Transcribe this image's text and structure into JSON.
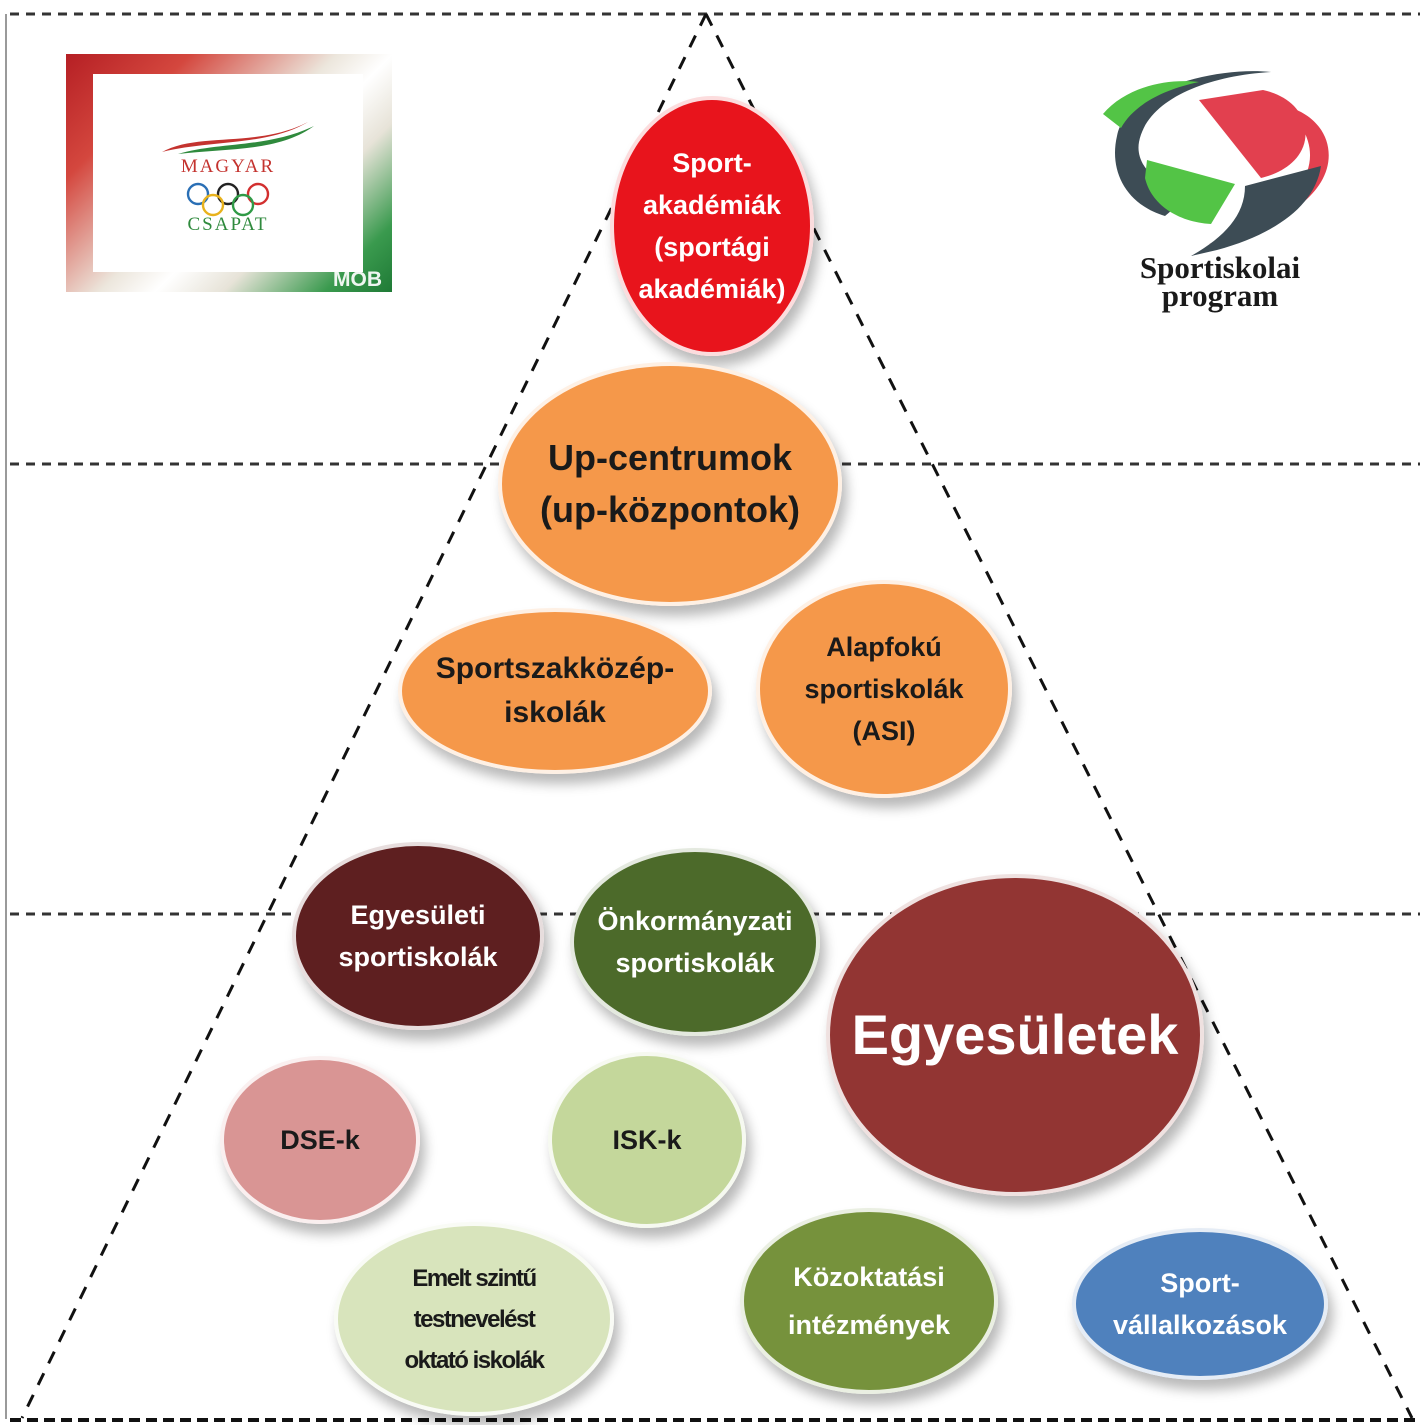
{
  "logos": {
    "mob": {
      "line1": "MAGYAR",
      "line2": "CSAPAT",
      "tag": "MOB",
      "colors": {
        "red": "#c4332f",
        "green": "#2f8a3d"
      }
    },
    "sportiskolai": {
      "line1": "Sportiskolai",
      "line2": "program",
      "colors": {
        "dark": "#3d4c55",
        "red": "#e2404f",
        "green": "#53c446"
      }
    }
  },
  "pyramid": {
    "levels": 3,
    "outline": "dashed",
    "color": "#111111"
  },
  "nodes": [
    {
      "id": "sport-akademiak",
      "label": "Sport-\nakadémiák\n(sportági\nakadémiák)",
      "fill": "#e8141c",
      "text_color": "#ffffff"
    },
    {
      "id": "up-centrumok",
      "label": "Up-centrumok\n(up-központok)",
      "fill": "#f5984a",
      "text_color": "#1a1a1a"
    },
    {
      "id": "sportszakkozep",
      "label": "Sportszakközép-\niskolák",
      "fill": "#f5984a",
      "text_color": "#1a1a1a"
    },
    {
      "id": "alapfoku",
      "label": "Alapfokú\nsportiskolák\n(ASI)",
      "fill": "#f5984a",
      "text_color": "#1a1a1a"
    },
    {
      "id": "egyesuleti",
      "label": "Egyesületi\nsportiskolák",
      "fill": "#5e1f20",
      "text_color": "#ffffff"
    },
    {
      "id": "onkormanyzati",
      "label": "Önkormányzati\nsportiskolák",
      "fill": "#4c6a2a",
      "text_color": "#ffffff"
    },
    {
      "id": "egyesuletek",
      "label": "Egyesületek",
      "fill": "#923533",
      "text_color": "#ffffff"
    },
    {
      "id": "dse",
      "label": "DSE-k",
      "fill": "#d99594",
      "text_color": "#1a1a1a"
    },
    {
      "id": "isk",
      "label": "ISK-k",
      "fill": "#c4d79b",
      "text_color": "#1a1a1a"
    },
    {
      "id": "emelt",
      "label": "Emelt szintű\ntestnevelést\noktató iskolák",
      "fill": "#d8e4bc",
      "text_color": "#1a1a1a"
    },
    {
      "id": "kozoktatasi",
      "label": "Közoktatási\nintézmények",
      "fill": "#76923c",
      "text_color": "#ffffff"
    },
    {
      "id": "sportvallalkozasok",
      "label": "Sport-\nvállalkozások",
      "fill": "#4f81bd",
      "text_color": "#ffffff"
    }
  ]
}
